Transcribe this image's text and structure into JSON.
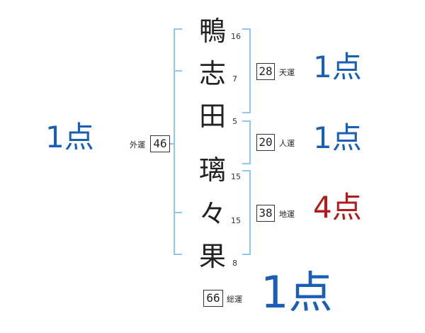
{
  "characters": [
    {
      "char": "鴨",
      "strokes": "16"
    },
    {
      "char": "志",
      "strokes": "7"
    },
    {
      "char": "田",
      "strokes": "5"
    },
    {
      "char": "璃",
      "strokes": "15"
    },
    {
      "char": "々",
      "strokes": "15"
    },
    {
      "char": "果",
      "strokes": "8"
    }
  ],
  "gaiun": {
    "label": "外運",
    "value": "46",
    "score": "1点"
  },
  "tenun": {
    "label": "天運",
    "value": "28",
    "score": "1点"
  },
  "jinun": {
    "label": "人運",
    "value": "20",
    "score": "1点"
  },
  "chiun": {
    "label": "地運",
    "value": "38",
    "score": "4点"
  },
  "souun": {
    "label": "総運",
    "value": "66",
    "score": "1点"
  },
  "colors": {
    "good": "#1a5fb4",
    "bad": "#b01c1c",
    "bracket": "#8fc7e8"
  }
}
